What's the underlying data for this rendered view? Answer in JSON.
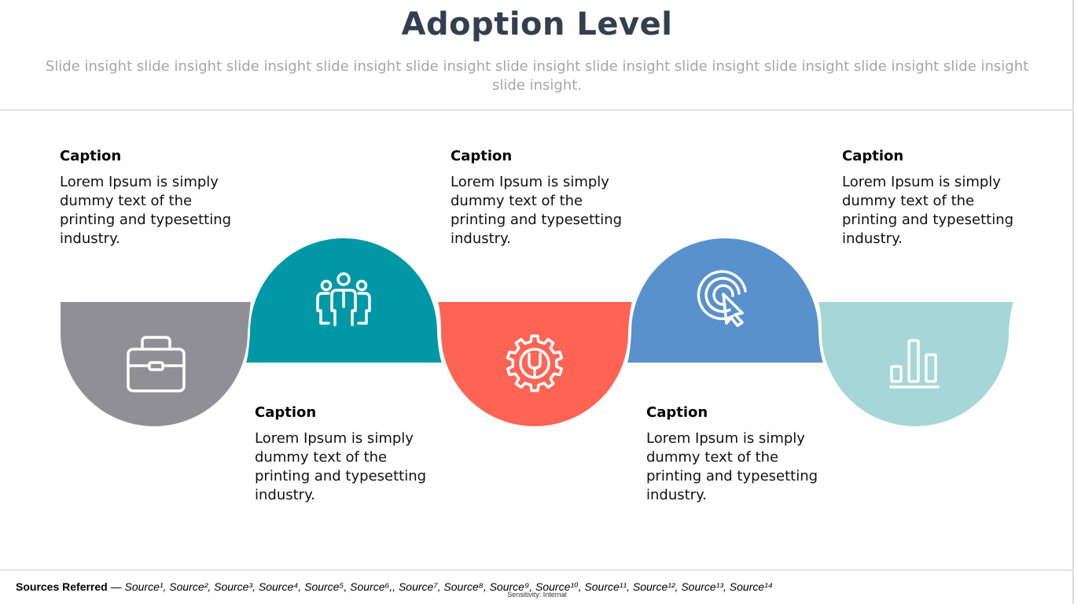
{
  "title": "Adoption Level",
  "subtitle": "Slide insight slide insight slide insight slide insight slide insight slide insight slide insight slide insight slide insight slide insight slide insight slide insight.",
  "captions": [
    {
      "title": "Caption",
      "text": "Lorem Ipsum is simply dummy text of the printing and typesetting industry."
    },
    {
      "title": "Caption",
      "text": "Lorem Ipsum is simply dummy text of the printing and typesetting industry."
    },
    {
      "title": "Caption",
      "text": "Lorem Ipsum is simply dummy text of the printing and typesetting industry."
    },
    {
      "title": "Caption",
      "text": "Lorem Ipsum is simply dummy text of the printing and typesetting industry."
    },
    {
      "title": "Caption",
      "text": "Lorem Ipsum is simply dummy text of the printing and typesetting industry."
    }
  ],
  "segments": [
    {
      "icon": "briefcase-icon",
      "color": "#918f96"
    },
    {
      "icon": "team-icon",
      "color": "#0098a6"
    },
    {
      "icon": "gear-wrench-icon",
      "color": "#ff6353"
    },
    {
      "icon": "target-cursor-icon",
      "color": "#5891cb"
    },
    {
      "icon": "bar-chart-icon",
      "color": "#a5d7d8"
    }
  ],
  "sources": {
    "lead": "Sources Referred",
    "dash": " — ",
    "list": "Source¹, Source², Source³, Source⁴, Source⁵, Source⁶,, Source⁷, Source⁸, Source⁹, Source¹⁰, Source¹¹, Source¹², Source¹³, Source¹⁴"
  },
  "sensitivity": "Sensitivity: Internal"
}
